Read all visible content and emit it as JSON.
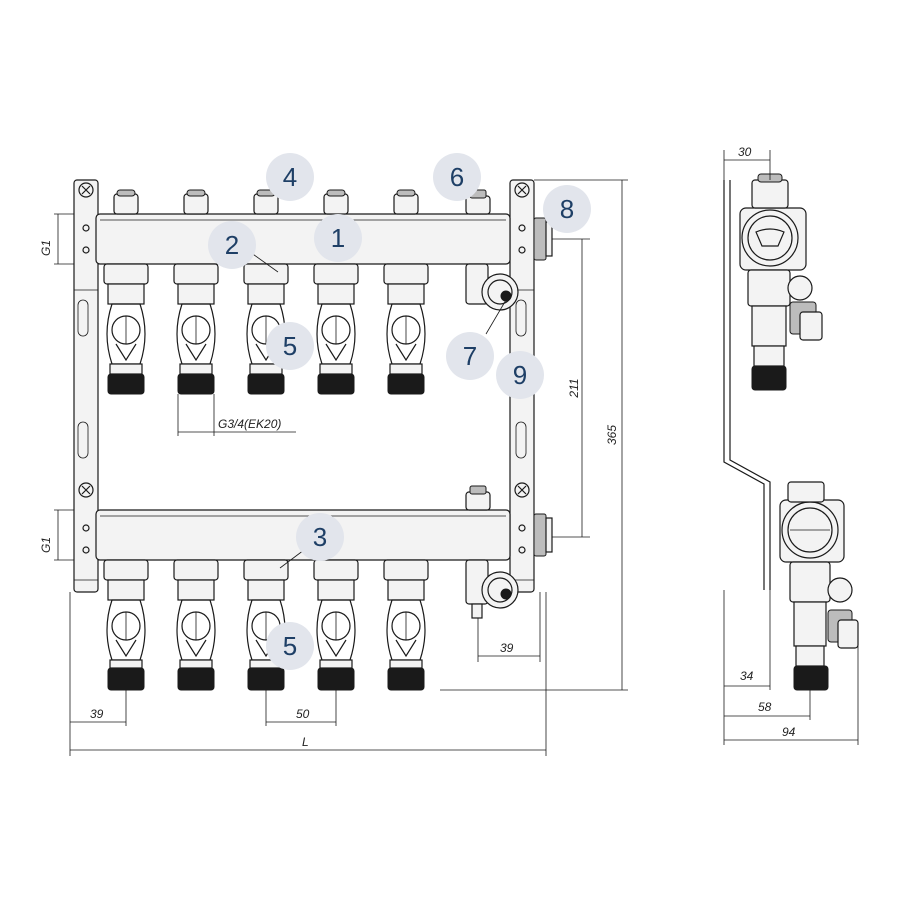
{
  "callouts": {
    "c1": "1",
    "c2": "2",
    "c3": "3",
    "c4": "4",
    "c5a": "5",
    "c5b": "5",
    "c6": "6",
    "c7": "7",
    "c8": "8",
    "c9": "9"
  },
  "dimensions": {
    "g1_top": "G1",
    "g1_bottom": "G1",
    "outlet_thread": "G3/4(EK20)",
    "height_211": "211",
    "height_365": "365",
    "offset_right_39": "39",
    "offset_left_39": "39",
    "spacing_50": "50",
    "length_L": "L",
    "side_30": "30",
    "side_34": "34",
    "side_58": "58",
    "side_94": "94"
  },
  "colors": {
    "callout_bg": "#e2e5ec",
    "callout_text": "#1e3f66",
    "line": "#1a1a1a"
  }
}
